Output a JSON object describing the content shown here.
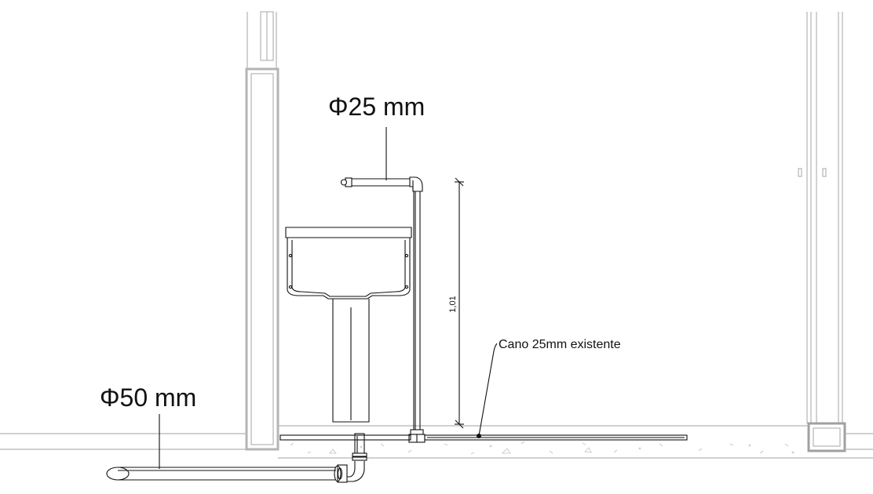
{
  "labels": {
    "pipe_25": "Φ25 mm",
    "pipe_50": "Φ50 mm",
    "existing_pipe": "Cano 25mm existente",
    "height_dimension": "1,01"
  },
  "colors": {
    "wall": "#b4b4b4",
    "wall_dark": "#8c8c8c",
    "line": "#111111",
    "background": "#ffffff"
  }
}
